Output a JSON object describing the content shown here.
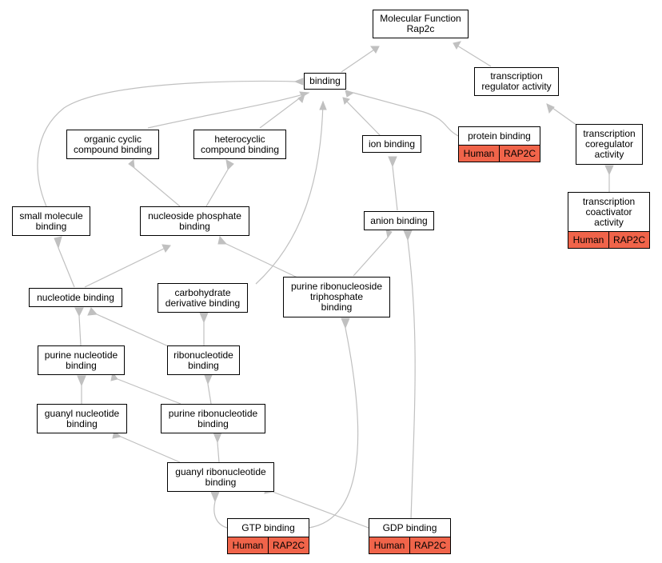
{
  "colors": {
    "edge": "#c0c0c0",
    "annotation": "#f0644a",
    "node_border": "#000000"
  },
  "nodes": {
    "mf": {
      "lines": [
        "Molecular Function",
        "Rap2c"
      ]
    },
    "binding": {
      "lines": [
        "binding"
      ]
    },
    "tra": {
      "lines": [
        "transcription",
        "regulator activity"
      ]
    },
    "occb": {
      "lines": [
        "organic cyclic",
        "compound binding"
      ]
    },
    "hccb": {
      "lines": [
        "heterocyclic",
        "compound binding"
      ]
    },
    "ion": {
      "lines": [
        "ion binding"
      ]
    },
    "protein": {
      "lines": [
        "protein binding"
      ],
      "species": "Human",
      "gene": "RAP2C"
    },
    "tca": {
      "lines": [
        "transcription",
        "coregulator",
        "activity"
      ]
    },
    "tcaa": {
      "lines": [
        "transcription",
        "coactivator",
        "activity"
      ],
      "species": "Human",
      "gene": "RAP2C"
    },
    "smb": {
      "lines": [
        "small molecule",
        "binding"
      ]
    },
    "nspb": {
      "lines": [
        "nucleoside phosphate",
        "binding"
      ]
    },
    "anion": {
      "lines": [
        "anion binding"
      ]
    },
    "nb": {
      "lines": [
        "nucleotide binding"
      ]
    },
    "cdb": {
      "lines": [
        "carbohydrate",
        "derivative binding"
      ]
    },
    "prtb": {
      "lines": [
        "purine ribonucleoside",
        "triphosphate",
        "binding"
      ]
    },
    "pnb": {
      "lines": [
        "purine nucleotide",
        "binding"
      ]
    },
    "rnb": {
      "lines": [
        "ribonucleotide",
        "binding"
      ]
    },
    "gnb": {
      "lines": [
        "guanyl nucleotide",
        "binding"
      ]
    },
    "prnb": {
      "lines": [
        "purine ribonucleotide",
        "binding"
      ]
    },
    "grnb": {
      "lines": [
        "guanyl ribonucleotide",
        "binding"
      ]
    },
    "gtp": {
      "lines": [
        "GTP binding"
      ],
      "species": "Human",
      "gene": "RAP2C"
    },
    "gdp": {
      "lines": [
        "GDP binding"
      ],
      "species": "Human",
      "gene": "RAP2C"
    }
  }
}
